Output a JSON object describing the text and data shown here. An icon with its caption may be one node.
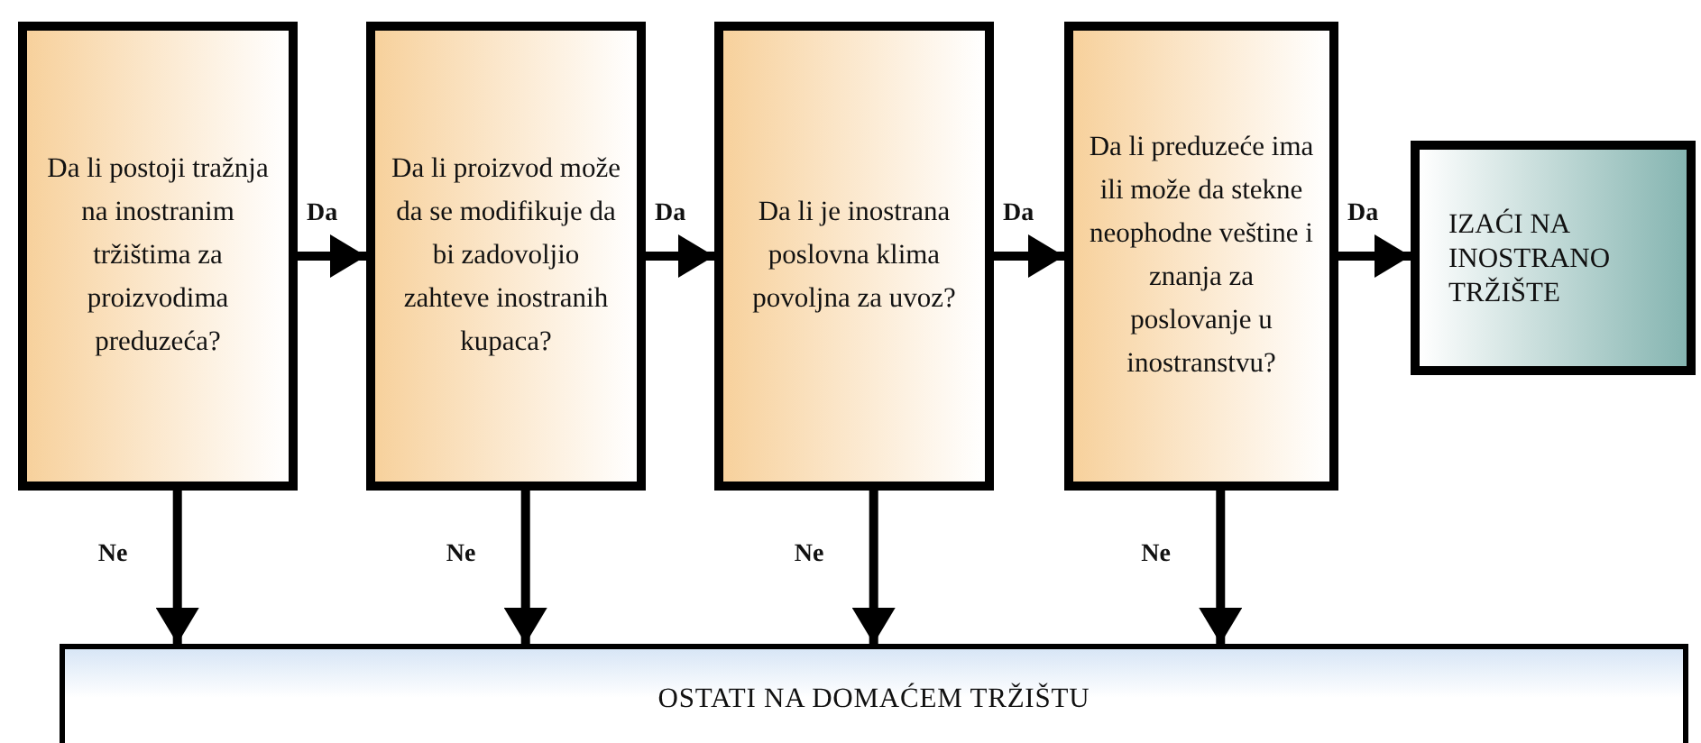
{
  "diagram": {
    "nodes": [
      {
        "text": [
          "Da li postoji tražnja na inostranim tržištima za proizvodima preduzeća?"
        ]
      },
      {
        "text": [
          "Da li proizvod može da se modifikuje da bi zadovoljio zahteve inostranih kupaca?"
        ]
      },
      {
        "text": [
          "Da li je inostrana poslovna klima povoljna za uvoz?"
        ]
      },
      {
        "text": [
          "Da li preduzeće ima ili može da stekne neophodne veštine i znanja za poslovanje u inostranstvu?"
        ]
      },
      {
        "text": [
          "IZAĆI NA INOSTRANO TRŽIŠTE"
        ]
      },
      {
        "text": [
          "OSTATI NA DOMAĆEM TRŽIŠTU"
        ]
      }
    ],
    "edges": [
      {
        "from": 0,
        "to": 1,
        "arrow": "to",
        "label": "Da"
      },
      {
        "from": 1,
        "to": 2,
        "arrow": "to",
        "label": "Da"
      },
      {
        "from": 2,
        "to": 3,
        "arrow": "to",
        "label": "Da"
      },
      {
        "from": 3,
        "to": 4,
        "arrow": "to",
        "label": "Da"
      },
      {
        "from": 0,
        "to": 5,
        "arrow": "to",
        "label": "Ne"
      },
      {
        "from": 1,
        "to": 5,
        "arrow": "to",
        "label": "Ne"
      },
      {
        "from": 2,
        "to": 5,
        "arrow": "to",
        "label": "Ne"
      },
      {
        "from": 3,
        "to": 5,
        "arrow": "to",
        "label": "Ne"
      }
    ]
  }
}
